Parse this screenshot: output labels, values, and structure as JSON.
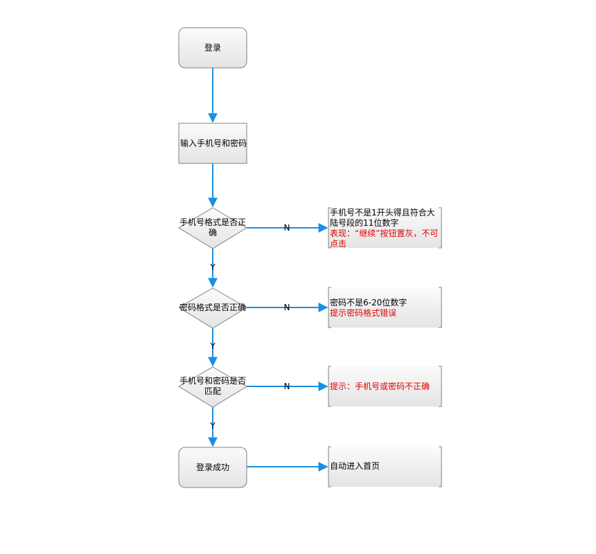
{
  "nodes": {
    "login": "登录",
    "input_credentials": "输入手机号和密码",
    "check_phone_format": "手机号格式是否正确",
    "check_password_format": "密码格式是否正确",
    "check_match": "手机号和密码是否匹配",
    "login_success": "登录成功"
  },
  "notes": {
    "phone_invalid": {
      "line1": "手机号不是1开头得且符合大陆号段的11位数字",
      "line2": "表现：“继续”按钮置灰，不可点击"
    },
    "password_invalid": {
      "line1": "密码不是6-20位数字",
      "line2": "提示密码格式错误"
    },
    "mismatch": {
      "line2": "提示：手机号或密码不正确"
    },
    "success": {
      "line1": "自动进入首页"
    }
  },
  "edge_labels": {
    "yes": "Y",
    "no": "N"
  },
  "colors": {
    "arrow": "#1a8fe3",
    "node_border": "#808080",
    "node_fill_top": "#fafafa",
    "node_fill_bottom": "#e6e6e6",
    "warning_text": "#e00000"
  }
}
